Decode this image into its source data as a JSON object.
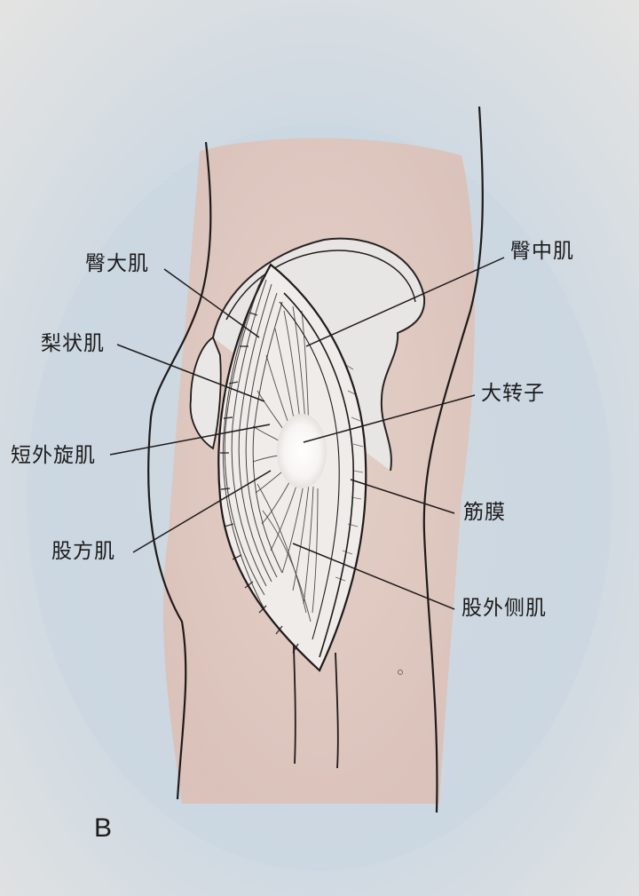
{
  "labels": {
    "gluteus_maximus": "臀大肌",
    "gluteus_medius": "臀中肌",
    "piriformis": "梨状肌",
    "greater_trochanter": "大转子",
    "short_external_rotators": "短外旋肌",
    "fascia": "筋膜",
    "quadratus_femoris": "股方肌",
    "vastus_lateralis": "股外侧肌"
  },
  "panel_letter": "B"
}
